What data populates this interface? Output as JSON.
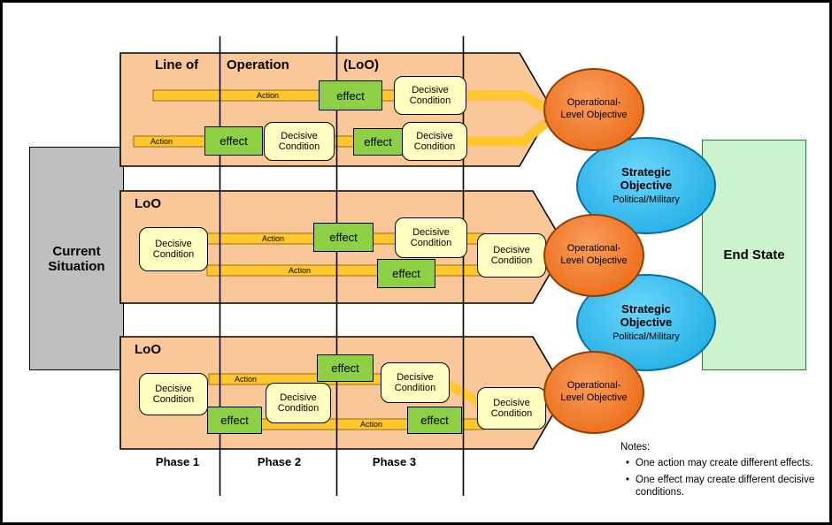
{
  "diagram": {
    "current_situation": "Current Situation",
    "end_state": "End State",
    "bands": {
      "top_title_part1": "Line of",
      "top_title_part2": "Operation",
      "top_title_suffix": "(LoO)",
      "loo": "LoO"
    },
    "phases": [
      "Phase 1",
      "Phase 2",
      "Phase 3"
    ],
    "node_labels": {
      "action": "Action",
      "effect": "effect",
      "decisive_condition": "Decisive Condition"
    },
    "objectives": {
      "operational": "Operational-Level Objective",
      "strategic_title": "Strategic Objective",
      "strategic_subtitle": "Political/Military"
    },
    "notes": {
      "title": "Notes:",
      "bullet": "•",
      "items": [
        "One action may create different effects.",
        "One effect may create different decisive conditions."
      ]
    },
    "colors": {
      "band_fill": "#FAC898",
      "action_bar": "#FFC62E",
      "effect_fill": "#8ED045",
      "decisive_fill": "#FFFFC2",
      "operational_fill": "#EE7220",
      "strategic_fill": "#2AB3E8",
      "end_state_fill": "#CDF3CD",
      "current_situation_fill": "#BFBFBF"
    }
  }
}
